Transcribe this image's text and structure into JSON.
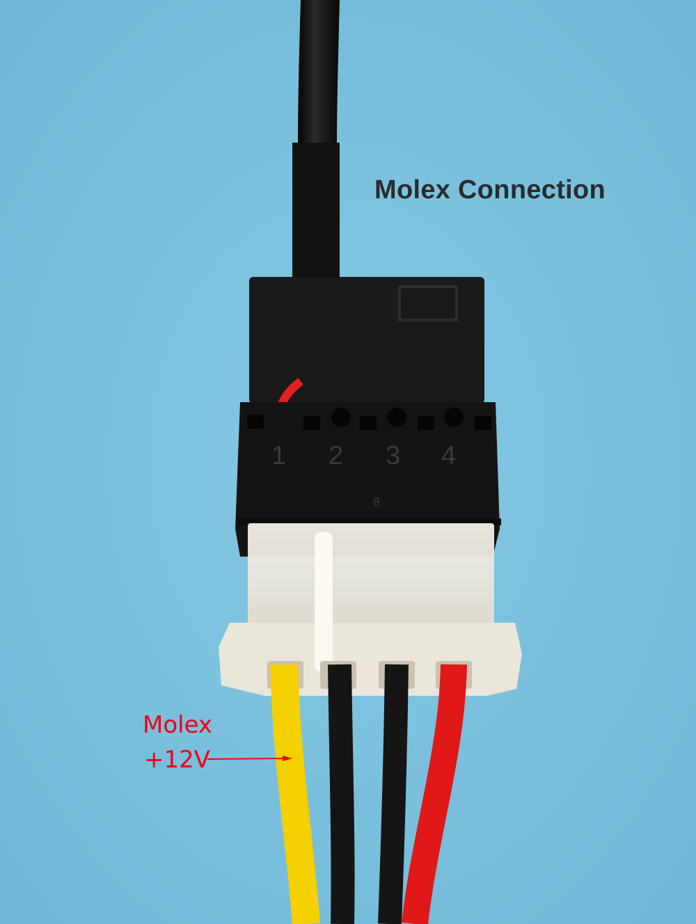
{
  "title": "Molex Connection",
  "annotation": {
    "line1": "Molex",
    "line2": "+12V",
    "arrow_color": "#ff0000"
  },
  "connector_markings": {
    "pins": [
      "1",
      "2",
      "3",
      "4"
    ],
    "small_mark": "8"
  },
  "colors": {
    "background": "#7cc2df",
    "title": "#2b2b2b",
    "label": "#f00012",
    "yellow_wire": "#f4d000",
    "red_wire": "#e01818",
    "black_wire": "#151515"
  }
}
